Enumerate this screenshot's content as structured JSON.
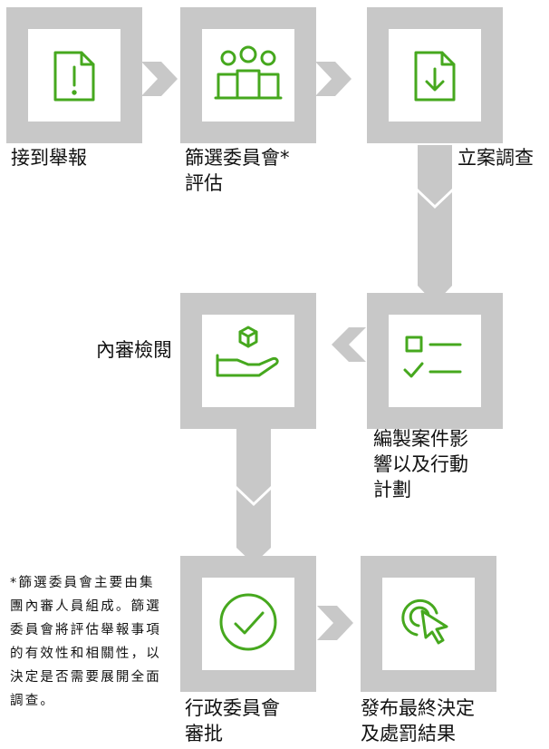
{
  "colors": {
    "gray": "#c8c8c8",
    "green": "#46a81e",
    "box_fill": "#ffffff"
  },
  "steps": [
    {
      "icon": "document-alert-icon",
      "label": "接到舉報"
    },
    {
      "icon": "group-people-icon",
      "label_lines": [
        "篩選委員會*",
        "評估"
      ]
    },
    {
      "icon": "document-download-icon",
      "label": "立案調查"
    },
    {
      "icon": "checklist-icon",
      "label_lines": [
        "編製案件影",
        "響以及行動",
        "計劃"
      ]
    },
    {
      "icon": "hand-holding-box-icon",
      "label": "內審檢閱"
    },
    {
      "icon": "circle-check-icon",
      "label_lines": [
        "行政委員會",
        "審批"
      ]
    },
    {
      "icon": "cursor-click-icon",
      "label_lines": [
        "發布最終決定",
        "及處罰結果"
      ]
    }
  ],
  "footnote": "*篩選委員會主要由集團內審人員組成。篩選委員會將評估舉報事項的有效性和相關性，以決定是否需要展開全面調查。"
}
